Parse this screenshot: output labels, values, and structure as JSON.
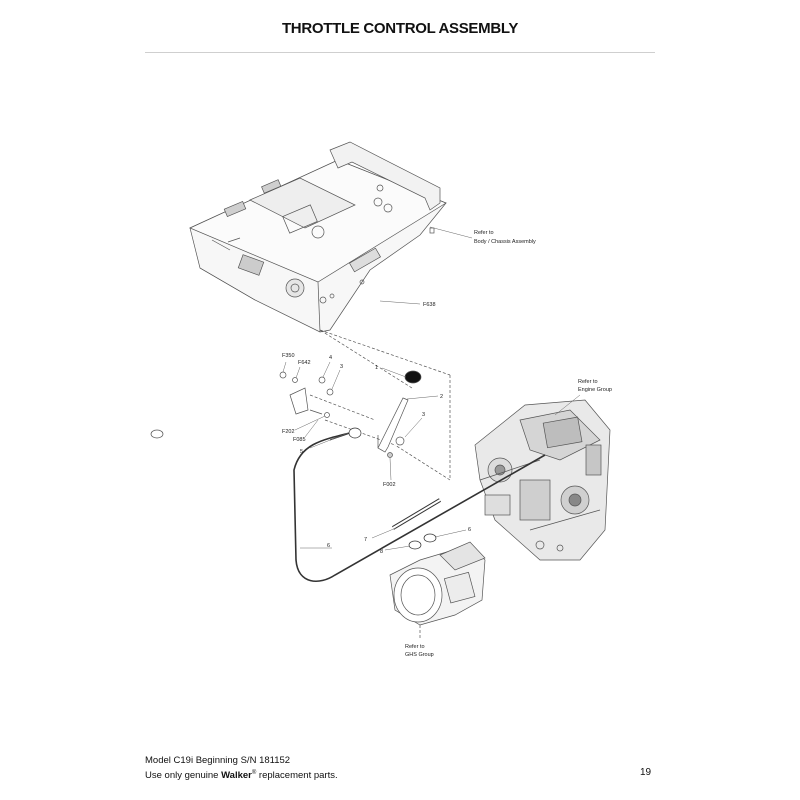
{
  "title": "THROTTLE CONTROL ASSEMBLY",
  "callouts": {
    "body_ref_line1": "Refer to",
    "body_ref_line2": "Body / Chassis Assembly",
    "engine_ref_line1": "Refer to",
    "engine_ref_line2": "Engine Group",
    "ghs_ref_line1": "Refer to",
    "ghs_ref_line2": "GHS Group",
    "f638": "F638",
    "f350": "F350",
    "f642": "F642",
    "n4": "4",
    "n3a": "3",
    "n1": "1",
    "n2": "2",
    "n3b": "3",
    "f202": "F202",
    "f085": "F085",
    "n5": "5",
    "f002": "F002",
    "n7": "7",
    "n6a": "6",
    "n8": "8",
    "n6b": "6"
  },
  "footer": {
    "line1": "Model C19i Beginning S/N 181152",
    "line2_prefix": "Use only genuine ",
    "brand": "Walker",
    "registered": "®",
    "line2_suffix": " replacement parts."
  },
  "page_number": "19"
}
